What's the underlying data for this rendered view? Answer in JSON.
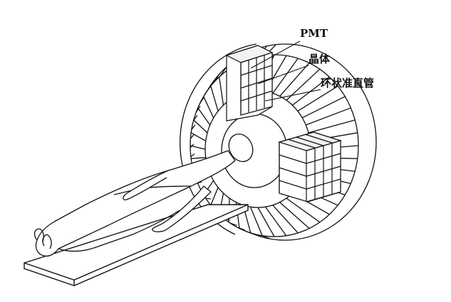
{
  "labels": {
    "pmt": "PMT",
    "crystal": "晶体",
    "collimator": "环状准直管"
  },
  "colors": {
    "line": "#111111",
    "background": "#ffffff"
  }
}
